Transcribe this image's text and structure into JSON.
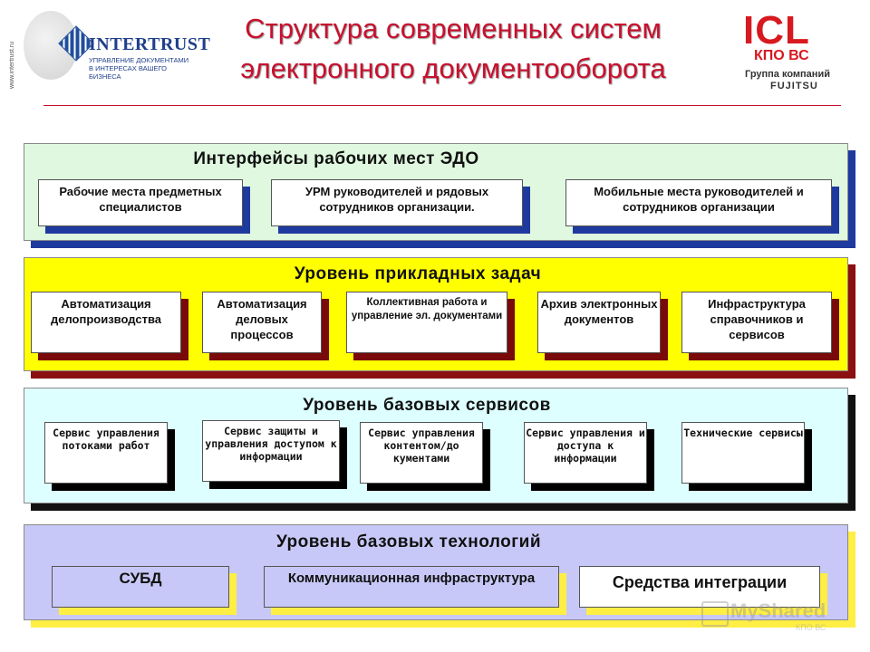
{
  "header": {
    "title_line1": "Структура современных систем",
    "title_line2": "электронного документооборота",
    "left_logo": {
      "name": "INTERTRUST",
      "tagline_line1": "управление документами",
      "tagline_line2": "в интересах вашего бизнеса",
      "vertical_url": "www.intertrust.ru"
    },
    "right_logo": {
      "brand": "ICL",
      "sub": "КПО ВС",
      "group_line": "Группа компаний",
      "group_name": "FUJITSU"
    }
  },
  "panels": [
    {
      "title": "Интерфейсы рабочих мест ЭДО",
      "items": [
        "Рабочие места предметных специалистов",
        "УРМ руководителей и рядовых сотрудников организации.",
        "Мобильные места руководителей и сотрудников организации"
      ]
    },
    {
      "title": "Уровень прикладных задач",
      "items": [
        "Автоматизация делопроизводства",
        "Автоматизация деловых процессов",
        "Коллективная работа и управление эл. документами",
        "Архив электронных документов",
        "Инфраструктура справочников и сервисов"
      ]
    },
    {
      "title": "Уровень базовых сервисов",
      "items": [
        "Сервис управления потоками работ",
        "Сервис защиты и управления доступом к информации",
        "Сервис управления контентом/до кументами",
        "Сервис управления и доступа к информации",
        "Технические сервисы"
      ]
    },
    {
      "title": "Уровень базовых технологий",
      "items": [
        "СУБД",
        "Коммуникационная инфраструктура",
        "Средства интеграции"
      ]
    }
  ],
  "watermark": {
    "text": "MyShared",
    "sub": "КПО ВС"
  },
  "colors": {
    "title_red": "#c8102e",
    "panel1_bg": "#dff8df",
    "panel1_shadow": "#1f3a9e",
    "panel2_bg": "#ffff00",
    "panel2_shadow": "#8b1010",
    "panel3_bg": "#ddffff",
    "panel3_shadow": "#111111",
    "panel4_bg": "#c8c8f8",
    "panel4_shadow": "#ffee44"
  }
}
